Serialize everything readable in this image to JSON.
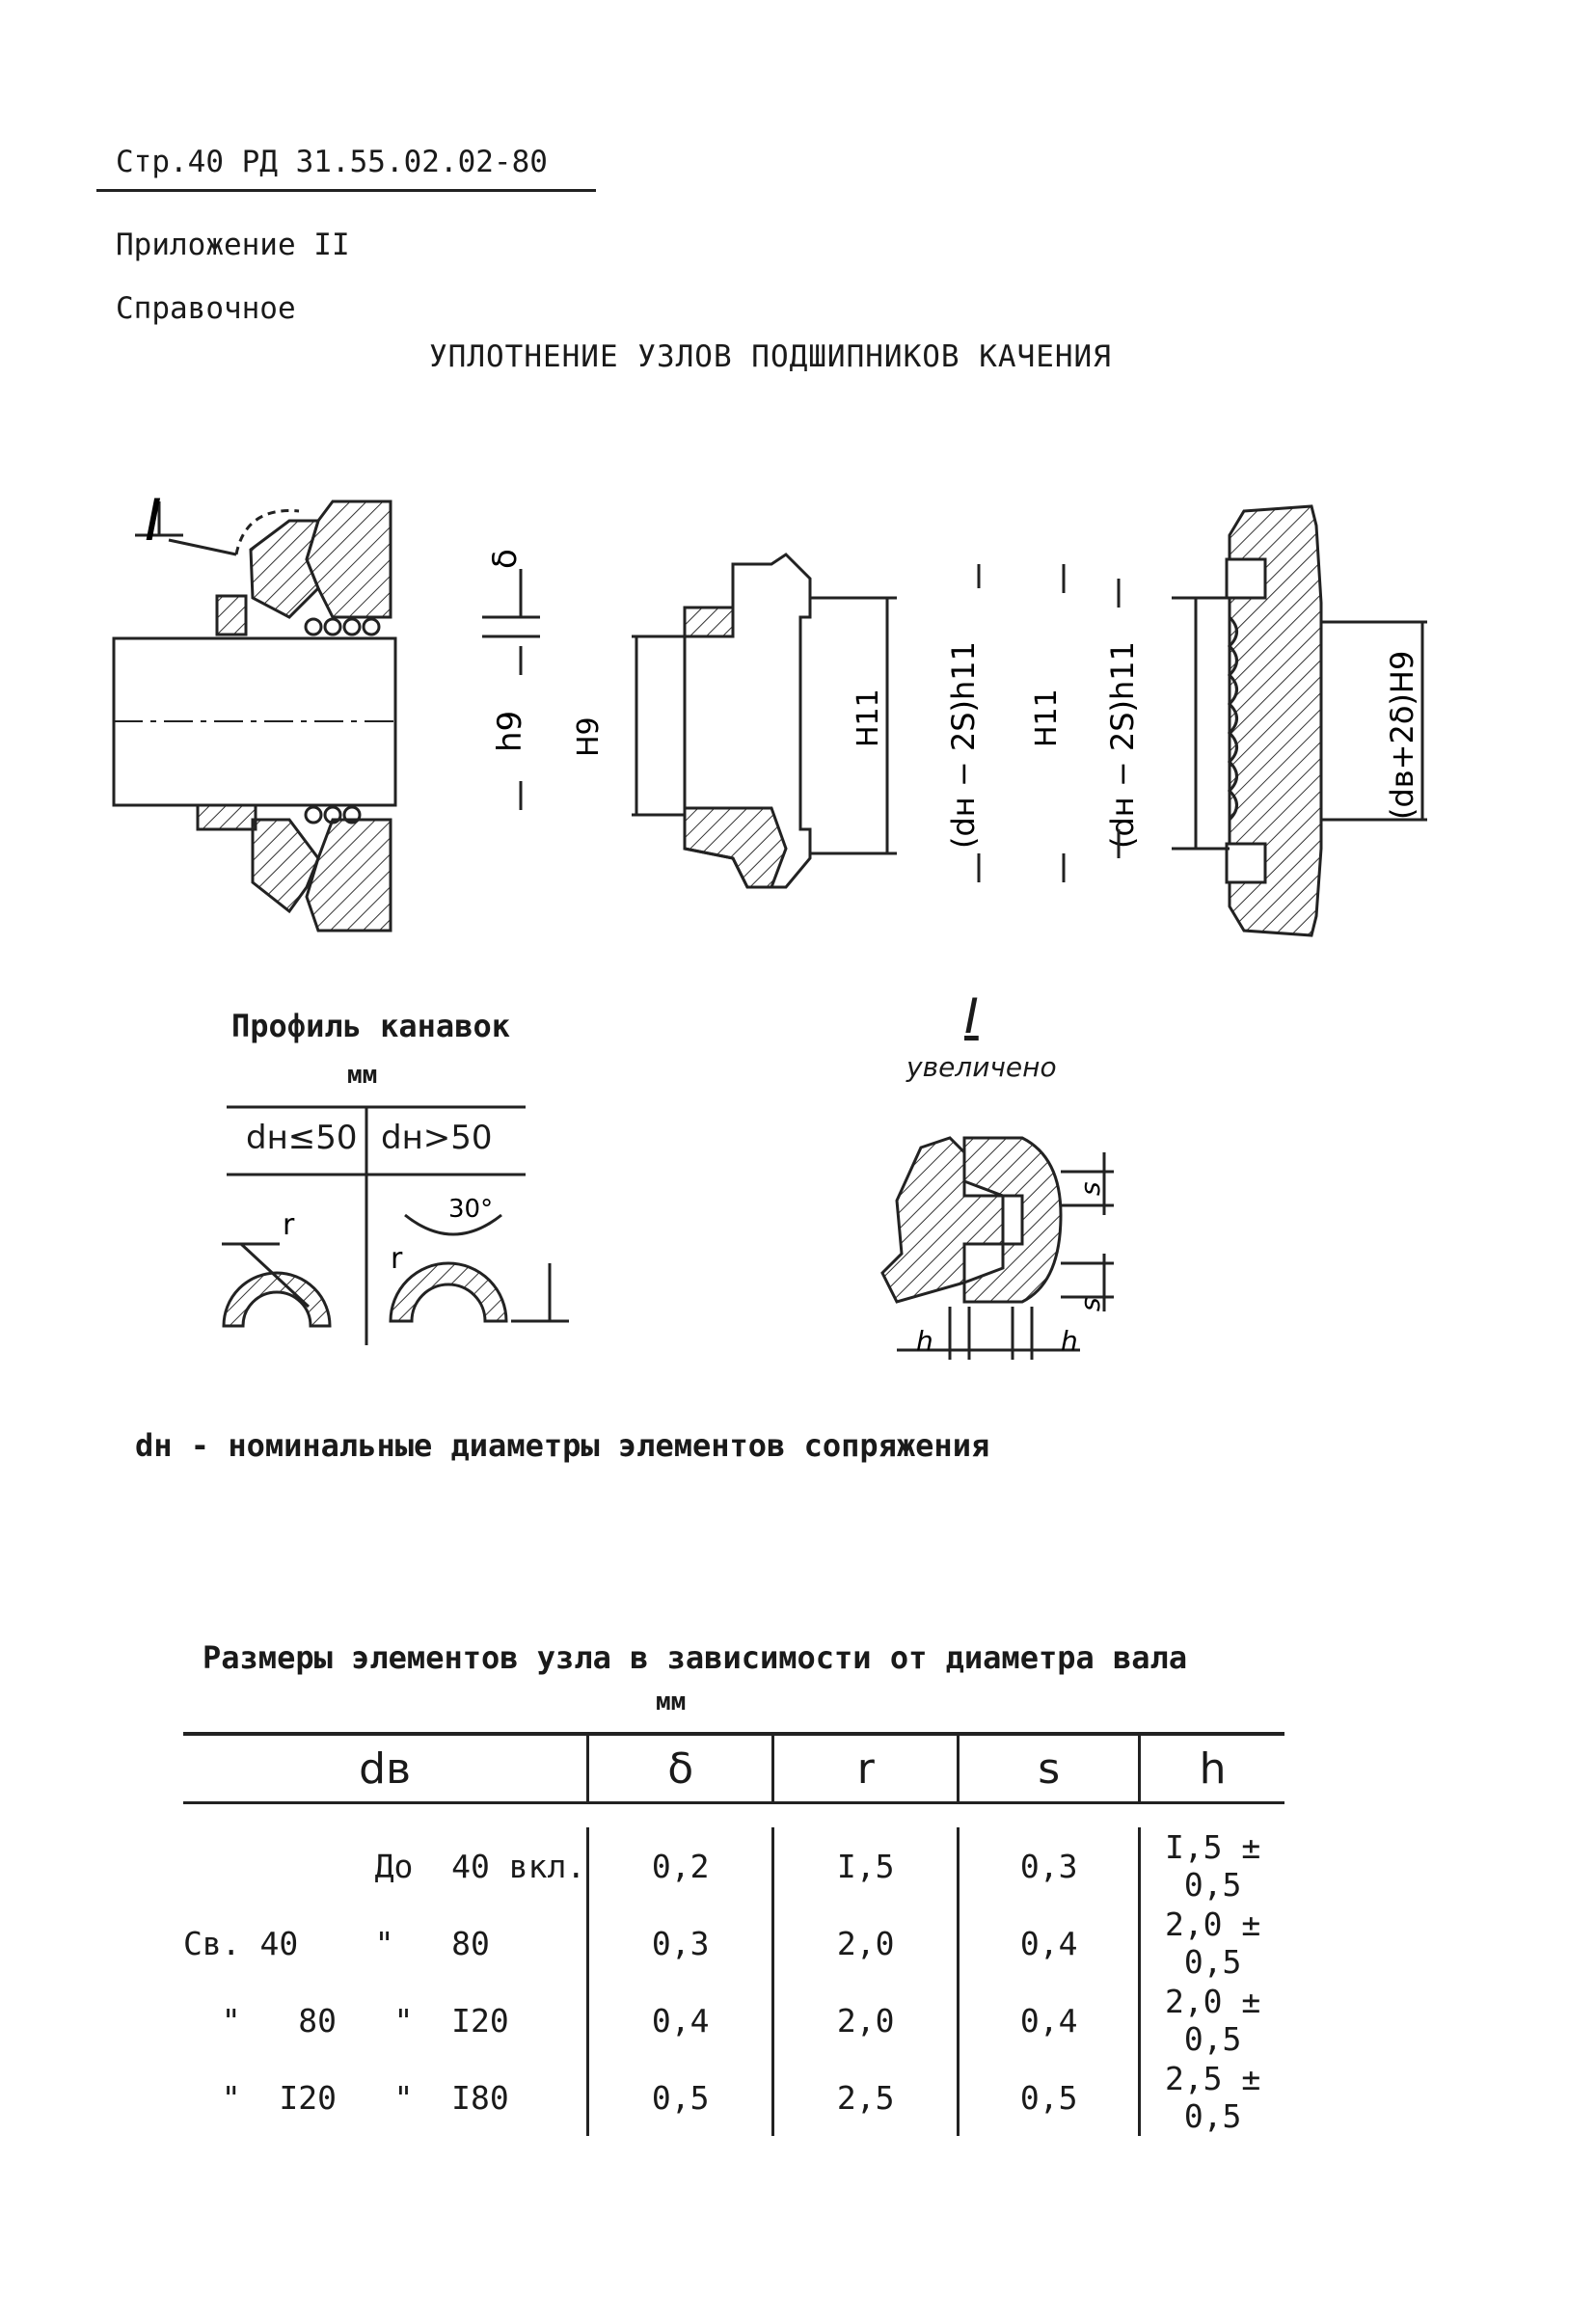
{
  "header": {
    "page_ref": "Стр.40 РД 31.55.02.02-80",
    "appendix": "Приложение II",
    "kind": "Справочное"
  },
  "title": "УПЛОТНЕНИЕ УЗЛОВ ПОДШИПНИКОВ КАЧЕНИЯ",
  "drawing": {
    "callout": "I",
    "dim_delta": "δ",
    "fit_h9": "h9",
    "fit_H9": "H9",
    "fit_H11_a": "H11",
    "label_dh_h11_a": "(dн − 2S)h11",
    "fit_H11_b": "H11",
    "label_dh_h11_b": "(dн − 2S)h11",
    "label_dv_H9": "(dв+2δ)H9"
  },
  "groove_profile": {
    "title": "Профиль канавок",
    "unit": "мм",
    "col_left": "dн≤50",
    "col_right": "dн>50",
    "r_left": "r",
    "r_right": "r",
    "angle": "30°"
  },
  "detail": {
    "label": "I",
    "caption": "увеличено",
    "s_top": "s",
    "s_bottom": "s",
    "h_left": "h",
    "h_right": "h"
  },
  "note": "dн - номинальные диаметры элементов сопряжения",
  "table": {
    "title": "Размеры элементов узла в зависимости от диаметра вала",
    "unit": "мм",
    "headers": [
      "dв",
      "δ",
      "r",
      "s",
      "h"
    ],
    "rows": [
      [
        "          До  40 вкл.",
        "0,2",
        "I,5",
        "0,3",
        "I,5 ± 0,5"
      ],
      [
        "Св. 40    \"   80",
        "0,3",
        "2,0",
        "0,4",
        "2,0 ± 0,5"
      ],
      [
        "  \"   80   \"  I20",
        "0,4",
        "2,0",
        "0,4",
        "2,0 ± 0,5"
      ],
      [
        "  \"  I20   \"  I80",
        "0,5",
        "2,5",
        "0,5",
        "2,5 ± 0,5"
      ]
    ]
  }
}
